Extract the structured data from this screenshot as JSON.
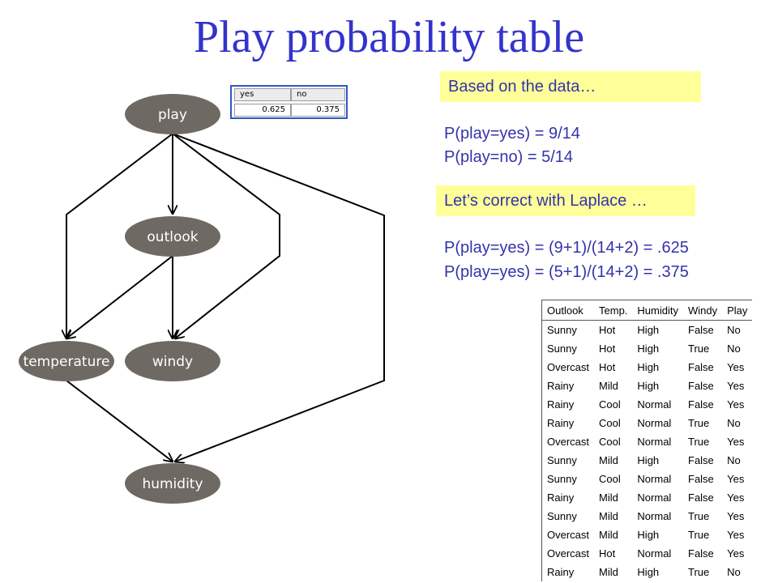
{
  "title": "Play probability table",
  "network": {
    "nodes": {
      "play": "play",
      "outlook": "outlook",
      "temperature": "temperature",
      "windy": "windy",
      "humidity": "humidity"
    },
    "node_color": "#6e6a63",
    "probability_table": {
      "headers": [
        "yes",
        "no"
      ],
      "values": [
        "0.625",
        "0.375"
      ]
    }
  },
  "notes": {
    "based_on": "Based on the data…",
    "p_yes": "P(play=yes) = 9/14",
    "p_no": "P(play=no) = 5/14",
    "laplace": "Let’s correct with Laplace …",
    "laplace_yes": "P(play=yes) = (9+1)/(14+2) = .625",
    "laplace_no": "P(play=yes) = (5+1)/(14+2) = .375"
  },
  "weather_table": {
    "headers": [
      "Outlook",
      "Temp.",
      "Humidity",
      "Windy",
      "Play"
    ],
    "rows": [
      [
        "Sunny",
        "Hot",
        "High",
        "False",
        "No"
      ],
      [
        "Sunny",
        "Hot",
        "High",
        "True",
        "No"
      ],
      [
        "Overcast",
        "Hot",
        "High",
        "False",
        "Yes"
      ],
      [
        "Rainy",
        "Mild",
        "High",
        "False",
        "Yes"
      ],
      [
        "Rainy",
        "Cool",
        "Normal",
        "False",
        "Yes"
      ],
      [
        "Rainy",
        "Cool",
        "Normal",
        "True",
        "No"
      ],
      [
        "Overcast",
        "Cool",
        "Normal",
        "True",
        "Yes"
      ],
      [
        "Sunny",
        "Mild",
        "High",
        "False",
        "No"
      ],
      [
        "Sunny",
        "Cool",
        "Normal",
        "False",
        "Yes"
      ],
      [
        "Rainy",
        "Mild",
        "Normal",
        "False",
        "Yes"
      ],
      [
        "Sunny",
        "Mild",
        "Normal",
        "True",
        "Yes"
      ],
      [
        "Overcast",
        "Mild",
        "High",
        "True",
        "Yes"
      ],
      [
        "Overcast",
        "Hot",
        "Normal",
        "False",
        "Yes"
      ],
      [
        "Rainy",
        "Mild",
        "High",
        "True",
        "No"
      ]
    ]
  },
  "colors": {
    "title": "#3333cc",
    "note_text": "#3333aa",
    "highlight": "#ffff99"
  }
}
